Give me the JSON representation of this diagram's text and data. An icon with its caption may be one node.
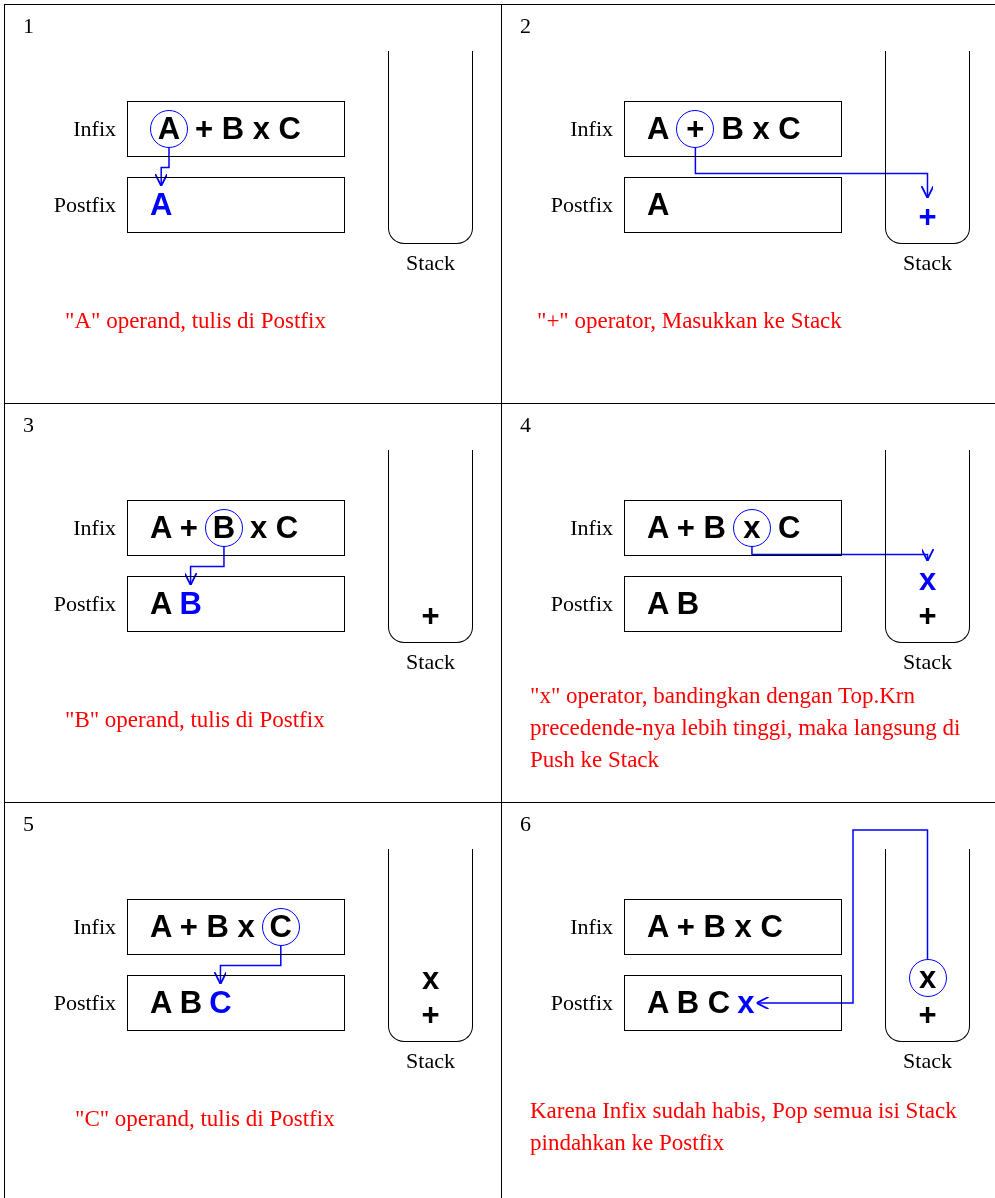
{
  "diagram": {
    "nodes": [
      {
        "text": [
          "1",
          "\"A\" operand, tulis di Postfix"
        ]
      },
      {
        "text": [
          "+ B x C"
        ],
        "in": 0,
        "beside": [
          "Infix"
        ]
      },
      {
        "text": [
          "A"
        ],
        "in": 1
      },
      {
        "text": [],
        "shape": "box",
        "in": 0,
        "beside": [
          "Postfix"
        ]
      },
      {
        "text": [
          "A"
        ],
        "in": 3
      },
      {
        "text": [],
        "shape": "container",
        "in": 0,
        "beside": [
          "Stack"
        ]
      },
      {
        "text": [
          "2",
          "\"+\" operator, Masukkan ke Stack"
        ]
      },
      {
        "text": [
          "A",
          "B x C"
        ],
        "in": 6,
        "beside": [
          "Infix"
        ]
      },
      {
        "text": [
          "+"
        ],
        "in": 7
      },
      {
        "text": [
          "A"
        ],
        "in": 6,
        "beside": [
          "Postfix"
        ]
      },
      {
        "text": [],
        "shape": "container",
        "in": 6,
        "beside": [
          "Stack"
        ]
      },
      {
        "text": [
          "+"
        ],
        "in": 10
      },
      {
        "text": [
          "3",
          "\"B\" operand, tulis di Postfix"
        ]
      },
      {
        "text": [
          "A +",
          "x C"
        ],
        "in": 12,
        "beside": [
          "Infix"
        ]
      },
      {
        "text": [
          "B"
        ],
        "in": 13
      },
      {
        "text": [
          "A"
        ],
        "in": 12,
        "beside": [
          "Postfix"
        ]
      },
      {
        "text": [
          "B"
        ],
        "in": 15
      },
      {
        "text": [
          "+"
        ],
        "in": 12,
        "beside": [
          "Stack"
        ]
      },
      {
        "text": [
          "4",
          "\"x\" operator, bandingkan dengan Top.Krn precedende-nya lebih tinggi, maka langsung di Push ke Stack"
        ]
      },
      {
        "text": [
          "A + B",
          "C"
        ],
        "in": 18,
        "beside": [
          "Infix"
        ]
      },
      {
        "text": [
          "x"
        ],
        "in": 19
      },
      {
        "text": [
          "A B"
        ],
        "in": 18,
        "beside": [
          "Postfix"
        ]
      },
      {
        "text": [
          "+"
        ],
        "in": 18,
        "beside": [
          "Stack"
        ]
      },
      {
        "text": [
          "x"
        ],
        "in": 22
      },
      {
        "text": [
          "5",
          "\"C\" operand, tulis di Postfix"
        ]
      },
      {
        "text": [
          "A + B x"
        ],
        "in": 24,
        "beside": [
          "Infix"
        ]
      },
      {
        "text": [
          "C"
        ],
        "in": 25
      },
      {
        "text": [
          "A B"
        ],
        "in": 24,
        "beside": [
          "Postfix"
        ]
      },
      {
        "text": [
          "C"
        ],
        "in": 27
      },
      {
        "text": [
          "x",
          "+"
        ],
        "in": 24,
        "beside": [
          "Stack"
        ]
      },
      {
        "text": [
          "6",
          "Karena Infix sudah habis, Pop semua isi Stack pindahkan ke Postfix"
        ]
      },
      {
        "text": [
          "A + B x C"
        ],
        "in": 30,
        "beside": [
          "Infix"
        ]
      },
      {
        "text": [
          "A B C"
        ],
        "in": 30,
        "beside": [
          "Postfix"
        ]
      },
      {
        "text": [
          "x"
        ],
        "in": 32
      },
      {
        "text": [
          "+"
        ],
        "in": 30,
        "beside": [
          "Stack"
        ]
      },
      {
        "text": [
          "x"
        ],
        "in": 34
      }
    ],
    "edges": [
      {
        "from": 2,
        "to": 4,
        "arrow": "to"
      },
      {
        "from": 8,
        "to": 11,
        "arrow": "to"
      },
      {
        "from": 14,
        "to": 16,
        "arrow": "to"
      },
      {
        "from": 20,
        "to": 23,
        "arrow": "to"
      },
      {
        "from": 26,
        "to": 28,
        "arrow": "to"
      },
      {
        "from": 35,
        "to": 33,
        "arrow": "to"
      }
    ]
  }
}
